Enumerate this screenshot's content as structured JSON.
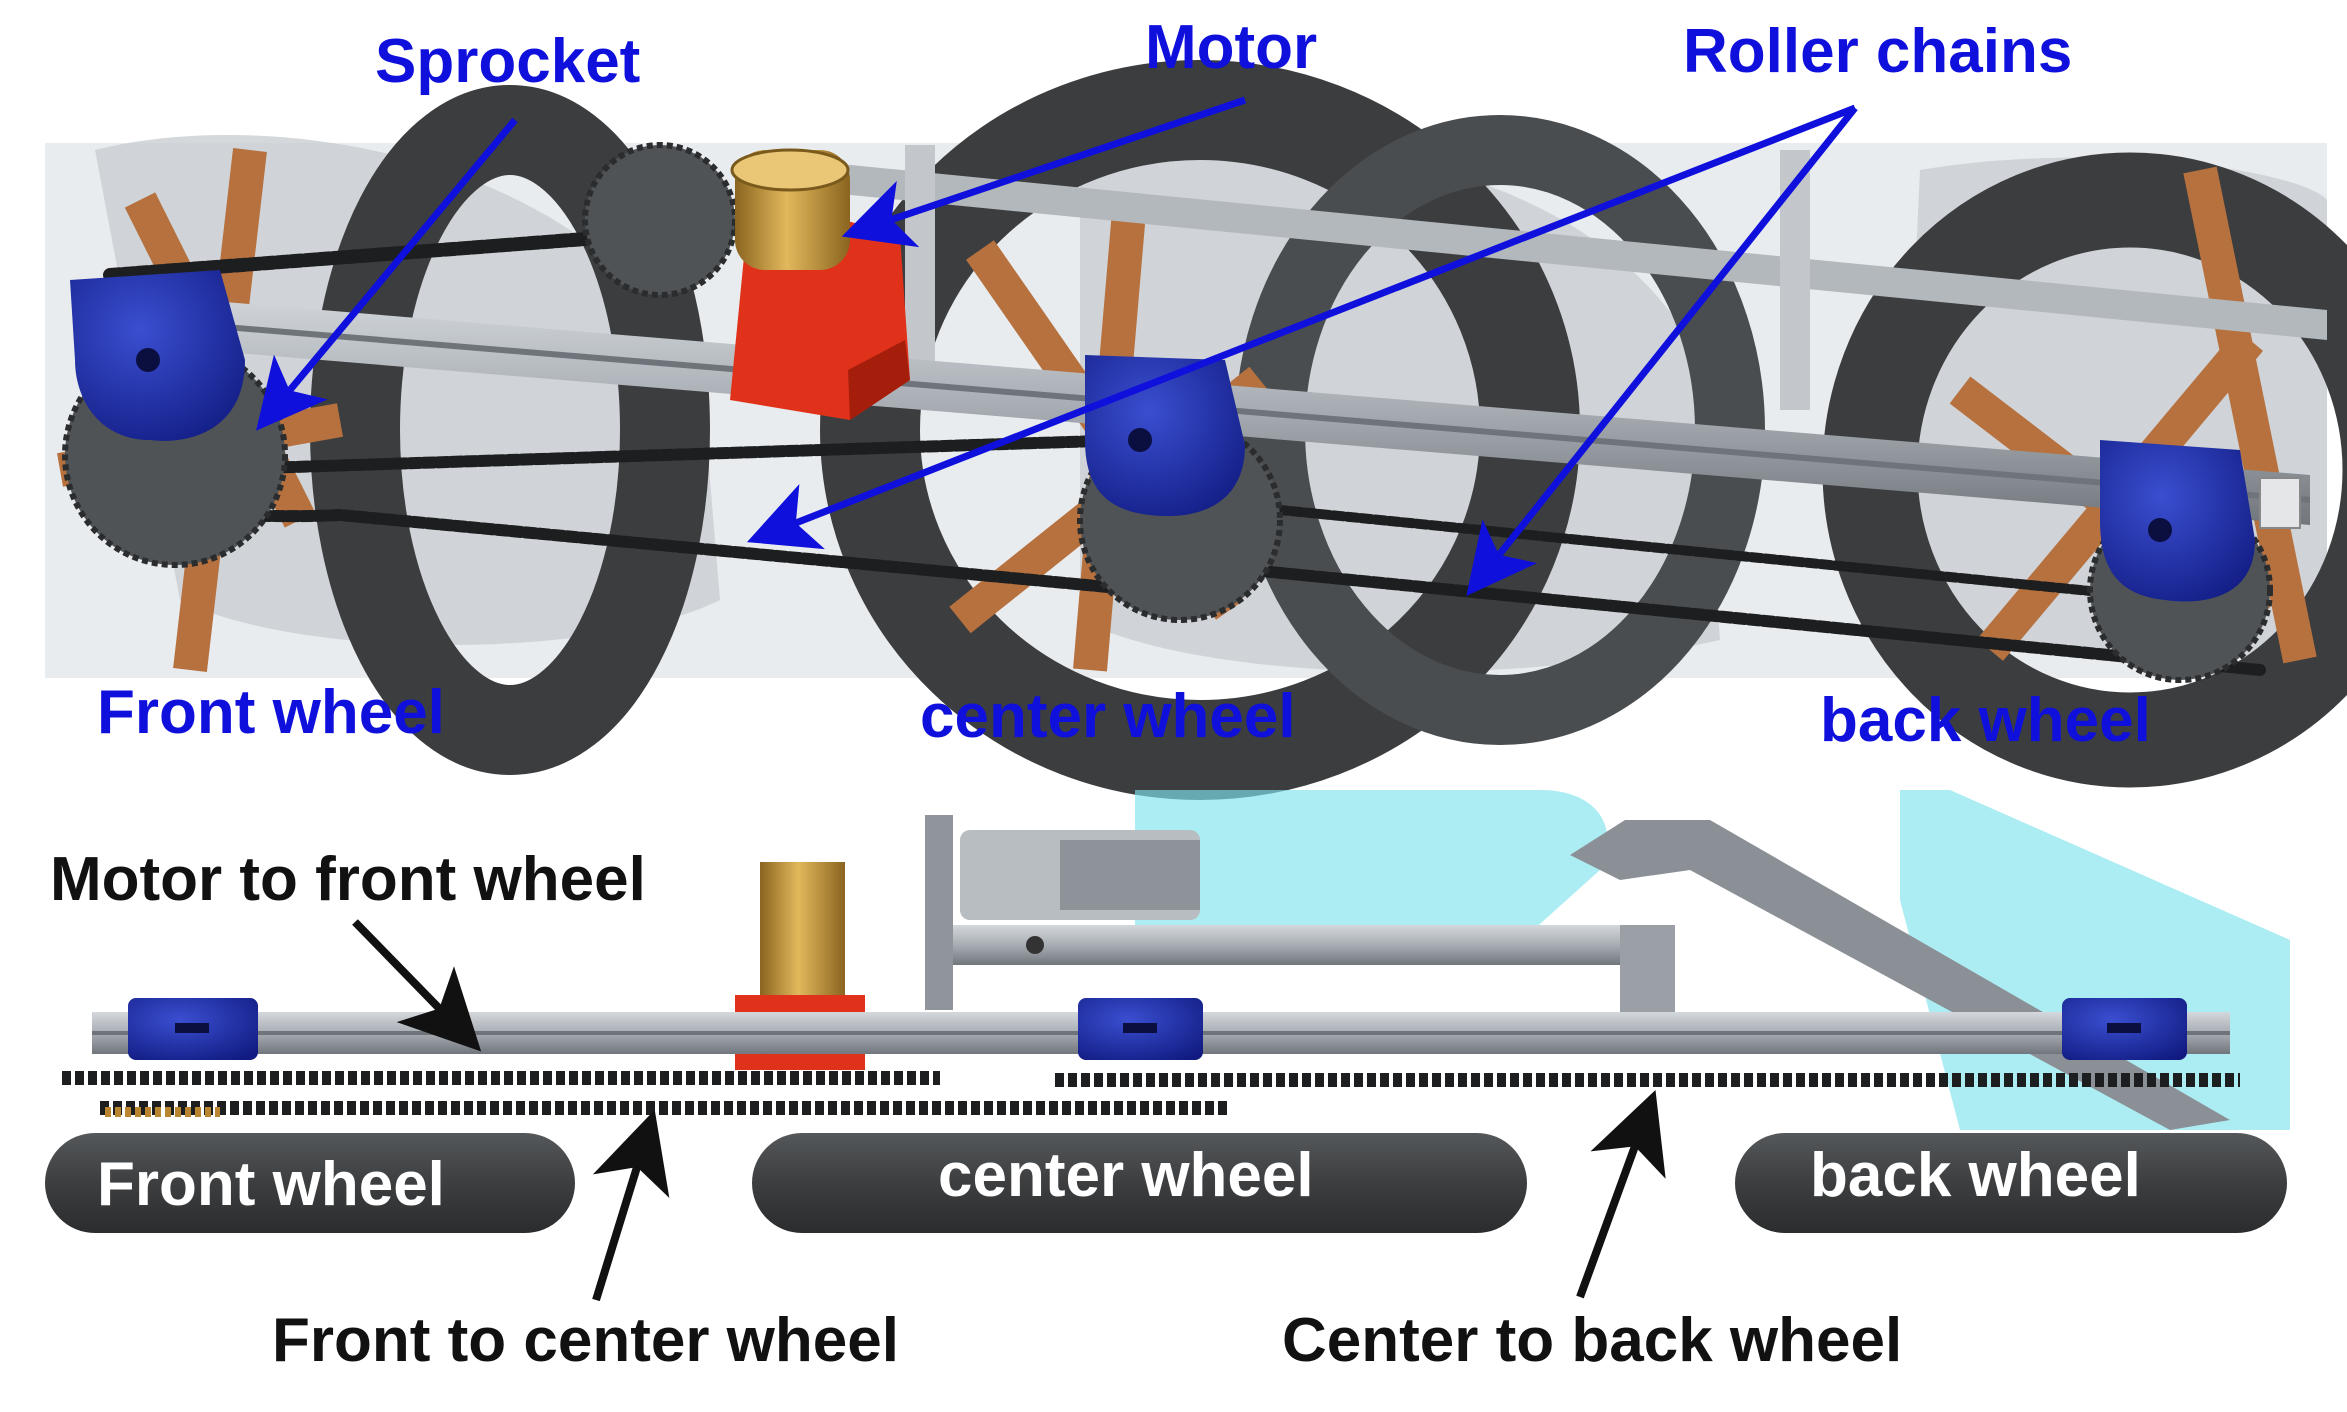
{
  "top_view": {
    "callouts": {
      "sprocket": "Sprocket",
      "motor": "Motor",
      "roller_chains": "Roller chains"
    },
    "wheel_labels": {
      "front": "Front wheel",
      "center": "center wheel",
      "back": "back wheel"
    }
  },
  "side_view": {
    "wheel_labels": {
      "front": "Front wheel",
      "center": "center wheel",
      "back": "back wheel"
    },
    "chain_labels": {
      "motor_to_front": "Motor to front wheel",
      "front_to_center": "Front to center wheel",
      "center_to_back": "Center to back wheel"
    }
  },
  "colors": {
    "label_blue": "#1010dd",
    "motor_brass": "#c89a3a",
    "motor_mount_red": "#e0321a",
    "bearing_blue": "#1a2aa8",
    "rail_gray": "#9aa0a6",
    "tire_dark": "#3a3c3d",
    "wood": "#b6713e",
    "body_cyan": "#7fe4ec"
  }
}
